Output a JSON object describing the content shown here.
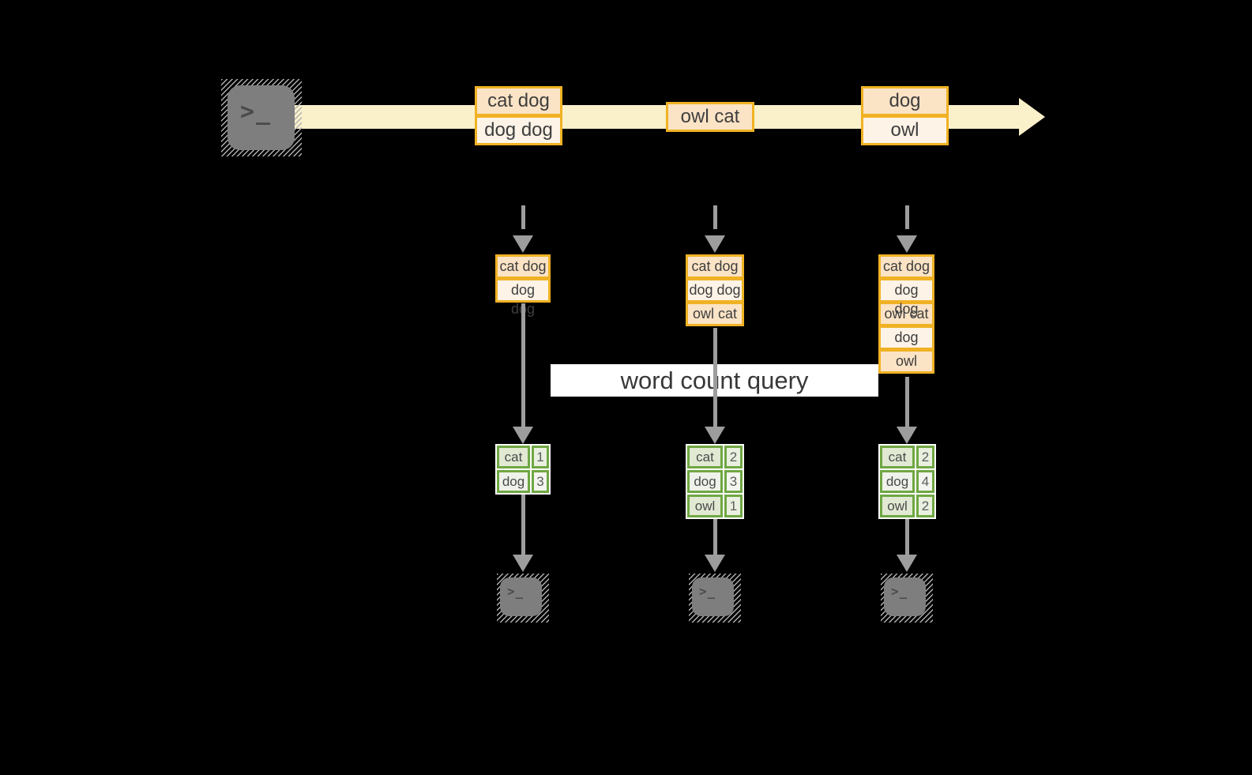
{
  "diagram": {
    "banner": {
      "label": "word count query"
    },
    "stream": {
      "events": [
        {
          "cells": [
            "cat dog",
            "dog dog"
          ]
        },
        {
          "cells": [
            "owl cat"
          ]
        },
        {
          "cells": [
            "dog",
            "owl"
          ]
        }
      ]
    },
    "columns": [
      {
        "accumulated": [
          "cat dog",
          "dog dog"
        ],
        "counts": [
          {
            "word": "cat",
            "count": "1"
          },
          {
            "word": "dog",
            "count": "3"
          }
        ]
      },
      {
        "accumulated": [
          "cat dog",
          "dog dog",
          "owl cat"
        ],
        "counts": [
          {
            "word": "cat",
            "count": "2"
          },
          {
            "word": "dog",
            "count": "3"
          },
          {
            "word": "owl",
            "count": "1"
          }
        ]
      },
      {
        "accumulated": [
          "cat dog",
          "dog dog",
          "owl cat",
          "dog",
          "owl"
        ],
        "counts": [
          {
            "word": "cat",
            "count": "2"
          },
          {
            "word": "dog",
            "count": "4"
          },
          {
            "word": "owl",
            "count": "2"
          }
        ]
      }
    ],
    "terminal": {
      "prompt": ">_"
    },
    "colors": {
      "background": "#000000",
      "stream_band": "#FAF0CA",
      "gold_border": "#F0B224",
      "peach_fill": "#FBE3C5",
      "cream_fill": "#FDF3E6",
      "green_border": "#6FA743",
      "green_fill_dark": "#E1E9D3",
      "green_fill_light": "#EFF2EA",
      "arrow_gray": "#9D9D9D",
      "terminal_gray": "#7E7E7E",
      "banner_bg": "#FFFFFF",
      "text_dark": "#3E3E3E"
    }
  }
}
